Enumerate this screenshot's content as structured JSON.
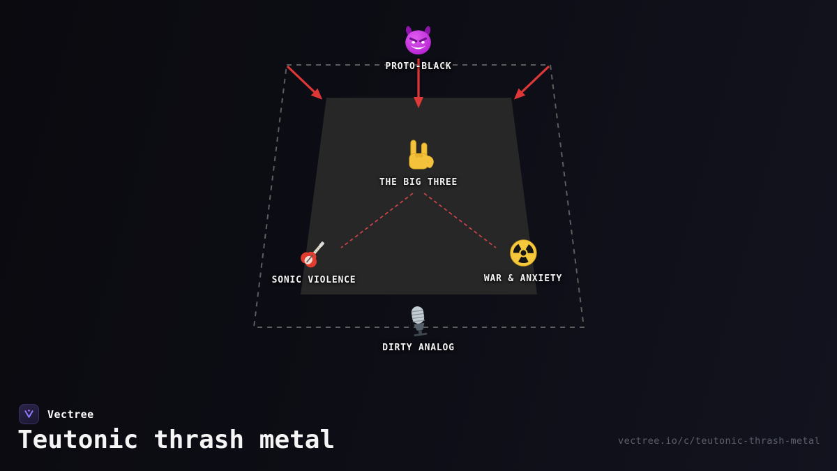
{
  "page": {
    "background_base": "#0b0b10",
    "background_tint": "#13131f"
  },
  "diagram": {
    "field": {
      "outer_border_color": "#5d5d5d",
      "inner_fill": "#272727",
      "arrow_red": "#ef3b3b",
      "connector_red": "#e5484d"
    },
    "nodes": [
      {
        "id": "proto-black",
        "icon": "devil-face-icon",
        "label": "PROTO-BLACK"
      },
      {
        "id": "the-big-three",
        "icon": "metal-horns-icon",
        "label": "THE BIG THREE"
      },
      {
        "id": "sonic-violence",
        "icon": "electric-guitar-icon",
        "label": "SONIC VIOLENCE"
      },
      {
        "id": "war-and-anxiety",
        "icon": "radioactive-icon",
        "label": "WAR & ANXIETY",
        "badge_color": "#f6c83c"
      },
      {
        "id": "dirty-analog",
        "icon": "studio-microphone-icon",
        "label": "DIRTY ANALOG"
      }
    ],
    "edges": [
      {
        "type": "arrow",
        "from": "proto-black",
        "to": "field-top-left"
      },
      {
        "type": "arrow",
        "from": "proto-black",
        "to": "field-top-center"
      },
      {
        "type": "arrow",
        "from": "proto-black",
        "to": "field-top-right"
      },
      {
        "type": "dashed-line",
        "from": "the-big-three",
        "to": "sonic-violence"
      },
      {
        "type": "dashed-line",
        "from": "the-big-three",
        "to": "war-and-anxiety"
      }
    ]
  },
  "footer": {
    "brand": "Vectree",
    "title": "Teutonic thrash metal",
    "share_url": "vectree.io/c/teutonic-thrash-metal"
  }
}
